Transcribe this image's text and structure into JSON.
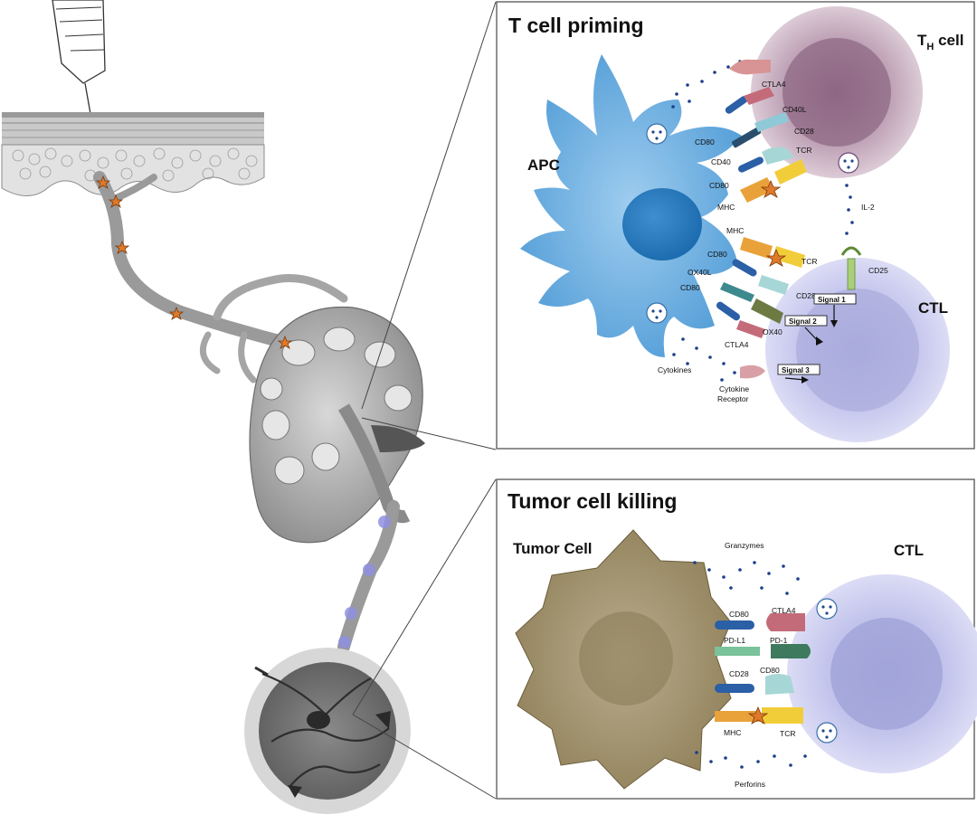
{
  "panel_top": {
    "title": "T cell priming",
    "th_cell_main": "T",
    "th_cell_sub": "H",
    "th_cell_tail": " cell",
    "apc": "APC",
    "ctl": "CTL",
    "labels": {
      "ctla4_top": "CTLA4",
      "cd40l": "CD40L",
      "cd28_top": "CD28",
      "tcr_top": "TCR",
      "cd80_a": "CD80",
      "cd40": "CD40",
      "cd80_b": "CD80",
      "mhc_a": "MHC",
      "il2": "IL-2",
      "mhc_b": "MHC",
      "tcr_b": "TCR",
      "cd25": "CD25",
      "cd80_c": "CD80",
      "ox40l": "OX40L",
      "cd28_b": "CD28",
      "cd80_d": "CD80",
      "ox40": "OX40",
      "ctla4_b": "CTLA4",
      "cytokines": "Cytokines",
      "cytokine_receptor_1": "Cytokine",
      "cytokine_receptor_2": "Receptor"
    },
    "signals": {
      "s1": "Signal 1",
      "s2": "Signal 2",
      "s3": "Signal 3"
    }
  },
  "panel_bottom": {
    "title": "Tumor cell killing",
    "tumor": "Tumor Cell",
    "ctl": "CTL",
    "labels": {
      "granzymes": "Granzymes",
      "cd80_1": "CD80",
      "ctla4": "CTLA4",
      "pdl1": "PD-L1",
      "pd1": "PD-1",
      "cd28": "CD28",
      "cd80_2": "CD80",
      "mhc": "MHC",
      "tcr": "TCR",
      "perforins": "Perforins"
    }
  },
  "colors": {
    "apc": "#5fa6db",
    "th_cell": "#c3a8bb",
    "ctl": "#c5c7ea",
    "tumor": "#9e8f6a",
    "tissue_gray": "#a8a8a8",
    "antigen_star": "#e07a2a"
  }
}
